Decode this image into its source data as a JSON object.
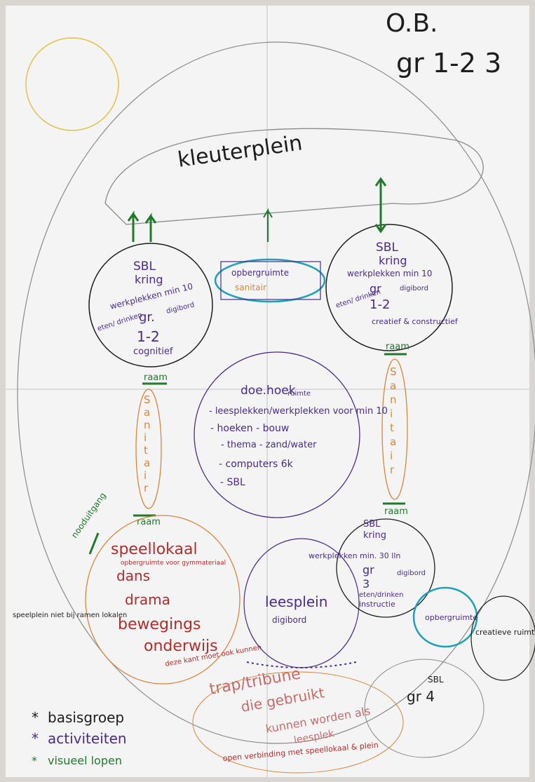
{
  "header": {
    "title_line1": "O.B.",
    "title_line2": "gr 1-2 3"
  },
  "colors": {
    "paper": "#f3f3f3",
    "pencil": "#8a8a8a",
    "black": "#1d1d1d",
    "purple": "#4b2a8a",
    "orange": "#d7863a",
    "red": "#b32b2b",
    "green": "#1f7a2b",
    "teal": "#1aa3b8"
  },
  "labels": {
    "kleuterplein": "kleuterplein",
    "opbergruimte_top": "opbergruimte",
    "sanitair_top": "sanitair",
    "raam": "raam",
    "noodwitgang": "nooduitgang",
    "leesplein": "leesplein",
    "digibord": "digibord",
    "creatieve": "creatieve ruimte / techniek",
    "grt": "gr 4",
    "sbl": "SBL",
    "speelplein_note": "speelplein niet bij ramen lokalen"
  },
  "left_class": {
    "sbl": "SBL",
    "kring": "kring",
    "werkplekken": "werkplekken min 10",
    "gr": "gr.",
    "digibord": "digibord",
    "eten": "eten/ drinken",
    "grade": "1-2",
    "cognitief": "cognitief"
  },
  "right_class": {
    "sbl": "SBL",
    "kring": "kring",
    "werkplekken": "werkplekken min 10",
    "gr": "gr",
    "digibord": "digibord",
    "eten": "eten/ drinken",
    "grade": "1-2",
    "creatief": "creatief & constructief"
  },
  "doehoek": {
    "title": "doe.hoek",
    "ruimte": "ruimte",
    "line1": "- leesplekken/werkplekken voor min 10",
    "line2": "- hoeken - bouw",
    "line3": "- thema - zand/water",
    "line4": "- computers 6k",
    "line5": "- SBL"
  },
  "sanitair_left": [
    "S",
    "a",
    "n",
    "i",
    "t",
    "a",
    "i",
    "r"
  ],
  "sanitair_right": [
    "S",
    "a",
    "n",
    "i",
    "t",
    "a",
    "i",
    "r"
  ],
  "speellokaal": {
    "title": "speellokaal",
    "sub": "opbergruimte voor gymmateriaal",
    "item1": "dans",
    "item2": "drama",
    "item3": "bewegings",
    "item4": "onderwijs",
    "note": "deze kant moet ook kunnen"
  },
  "group3": {
    "sbl": "SBL",
    "kring": "kring",
    "werkplekken": "werkplekken min. 30 lln",
    "gr": "gr",
    "grade": "3",
    "digibord": "digibord",
    "eten": "eten/drinken",
    "instructie": "instructie"
  },
  "opbergruimte_right": "opbergruimte",
  "trap": {
    "line1": "trap/tribune",
    "line2": "die gebruikt",
    "line3": "kunnen worden als",
    "line4": "leesplek",
    "bottom": "open verbinding met speellokaal & plein"
  },
  "legend": {
    "item1": "basisgroep",
    "item2": "activiteiten",
    "item3": "visueel lopen"
  }
}
